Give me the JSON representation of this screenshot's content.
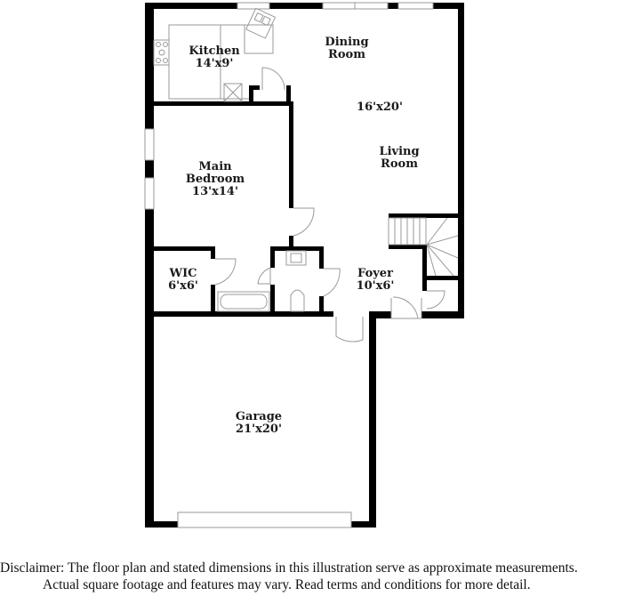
{
  "floor_plan": {
    "rooms": [
      {
        "id": "kitchen",
        "name": "Kitchen",
        "dims": "14'x9'"
      },
      {
        "id": "dining",
        "name": "Dining Room",
        "name_line1": "Dining",
        "name_line2": "Room"
      },
      {
        "id": "living",
        "name": "Living Room",
        "name_line1": "Living",
        "name_line2": "Room"
      },
      {
        "id": "dining_living_dims",
        "dims": "16'x20'"
      },
      {
        "id": "main_bedroom",
        "name": "Main Bedroom",
        "name_line1": "Main",
        "name_line2": "Bedroom",
        "dims": "13'x14'"
      },
      {
        "id": "wic",
        "name": "WIC",
        "dims": "6'x6'"
      },
      {
        "id": "foyer",
        "name": "Foyer",
        "dims": "10'x6'"
      },
      {
        "id": "garage",
        "name": "Garage",
        "dims": "21'x20'"
      }
    ],
    "colors": {
      "wall": "#000000",
      "fixture": "#9a9a9a",
      "background": "#ffffff",
      "text": "#1a1a1a"
    }
  },
  "disclaimer": {
    "line1": "Disclaimer: The floor plan and stated dimensions in this illustration serve as approximate measurements.",
    "line2": "Actual square footage and features may vary. Read terms and conditions for more detail."
  }
}
